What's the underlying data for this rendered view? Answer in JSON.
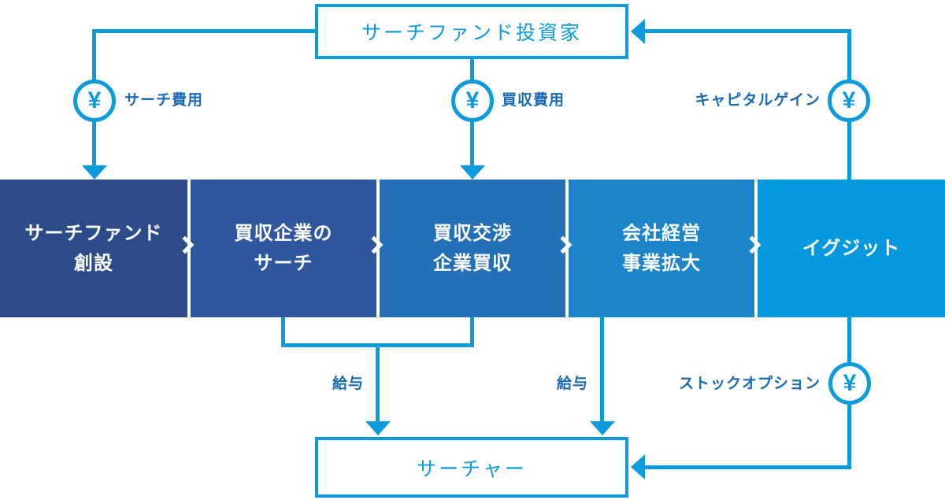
{
  "colors": {
    "line": "#0d9bdc",
    "label": "#1a6ab2",
    "box1": "#2c4b88",
    "box2": "#2f579d",
    "box3": "#2470b6",
    "box4": "#1c84c8",
    "box5": "#0598dc",
    "chevron": "#ffffff"
  },
  "top_box": {
    "label": "サーチファンド投資家"
  },
  "bottom_box": {
    "label": "サーチャー"
  },
  "stages": [
    {
      "line1": "サーチファンド",
      "line2": "創設"
    },
    {
      "line1": "買収企業の",
      "line2": "サーチ"
    },
    {
      "line1": "買収交渉",
      "line2": "企業買収"
    },
    {
      "line1": "会社経営",
      "line2": "事業拡大"
    },
    {
      "line1": "イグジット",
      "line2": ""
    }
  ],
  "flows": {
    "yen_symbol": "¥",
    "search_cost": "サーチ費用",
    "acquisition_cost": "買収費用",
    "capital_gain": "キャピタルゲイン",
    "salary_left": "給与",
    "salary_right": "給与",
    "stock_option": "ストックオプション"
  }
}
